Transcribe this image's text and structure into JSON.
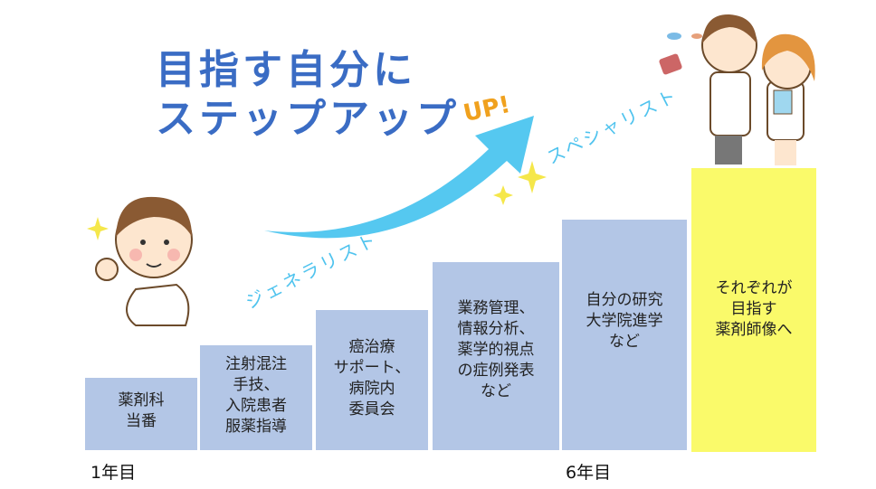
{
  "title": {
    "line1": "目指す自分に",
    "line2": "ステップアップ"
  },
  "up_label": "UP!",
  "generalist_label": "ジェネラリスト",
  "specialist_label": "スペシャリスト",
  "steps": [
    {
      "text": "薬剤科\n当番"
    },
    {
      "text": "注射混注\n手技、\n入院患者\n服薬指導"
    },
    {
      "text": "癌治療\nサポート、\n病院内\n委員会"
    },
    {
      "text": "業務管理、\n情報分析、\n薬学的視点\nの症例発表\nなど"
    },
    {
      "text": "自分の研究\n大学院進学\nなど"
    },
    {
      "text": "それぞれが\n目指す\n薬剤師像へ"
    }
  ],
  "year_start": "1年目",
  "year_end": "6年目",
  "colors": {
    "title": "#3a6cc4",
    "step": "#b3c6e6",
    "final_step": "#fafa6a",
    "arrow": "#55c8f0",
    "up": "#f0a11e"
  }
}
